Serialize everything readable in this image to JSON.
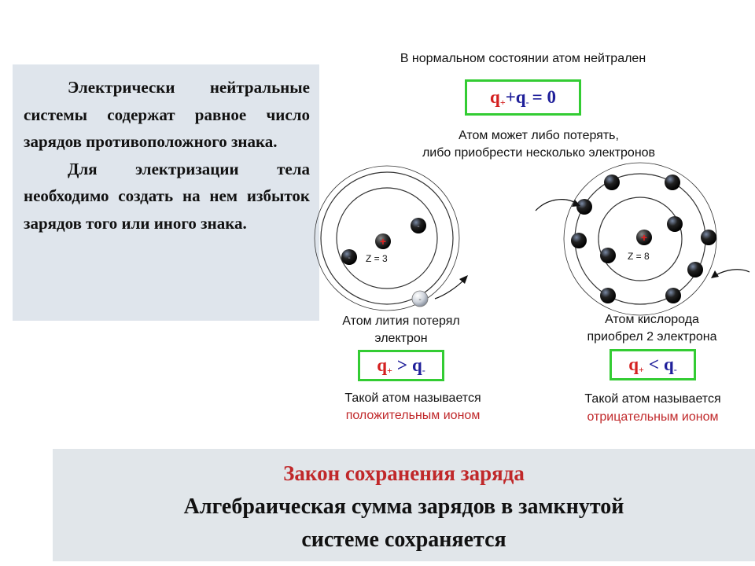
{
  "textbox": {
    "para1": "Электрически нейтральные системы содержат равное число зарядов противоположного знака.",
    "para2": "Для электризации тела необходимо создать на нем избыток зарядов того или иного знака."
  },
  "diagram": {
    "top_caption": "В нормальном состоянии атом нейтрален",
    "neutral_formula": {
      "q": "q",
      "plus_sub": "+",
      "plus": "+",
      "minus_sub": "-",
      "equals": "= 0"
    },
    "middle_caption_1": "Атом может либо потерять,",
    "middle_caption_2": "либо приобрести несколько электронов",
    "lithium": {
      "z_label": "Z = 3",
      "caption_1": "Атом лития потерял",
      "caption_2": "электрон",
      "formula_op": ">",
      "name_1": "Такой атом называется",
      "name_2": "положительным ионом"
    },
    "oxygen": {
      "z_label": "Z = 8",
      "caption_1": "Атом кислорода",
      "caption_2": "приобрел 2 электрона",
      "formula_op": "<",
      "name_1": "Такой атом называется",
      "name_2": "отрицательным ионом"
    }
  },
  "law": {
    "title": "Закон сохранения заряда",
    "line1": "Алгебраическая сумма зарядов в замкнутой",
    "line2": "системе сохраняется"
  },
  "colors": {
    "formula_border": "#33cc33",
    "positive": "#d42020",
    "negative": "#1f1f9a",
    "law_title": "#c0282a",
    "panel_bg": "#dfe5ec"
  }
}
